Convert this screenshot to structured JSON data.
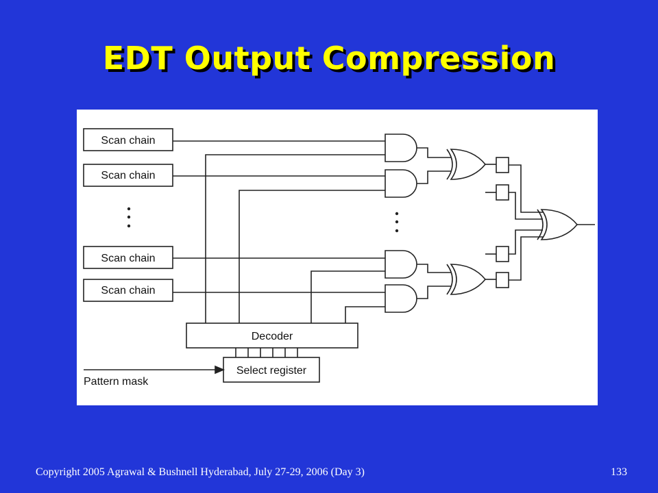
{
  "slide": {
    "title": "EDT Output Compression",
    "footer_left": "Copyright 2005 Agrawal & Bushnell   Hyderabad, July 27-29, 2006 (Day 3)",
    "page_number": "133"
  },
  "diagram": {
    "scan_chain_labels": [
      "Scan chain",
      "Scan chain",
      "Scan chain",
      "Scan chain"
    ],
    "decoder_label": "Decoder",
    "select_register_label": "Select register",
    "pattern_mask_label": "Pattern mask"
  },
  "colors": {
    "background": "#2236d8",
    "title": "#ffff00",
    "footer": "#ffffff"
  }
}
